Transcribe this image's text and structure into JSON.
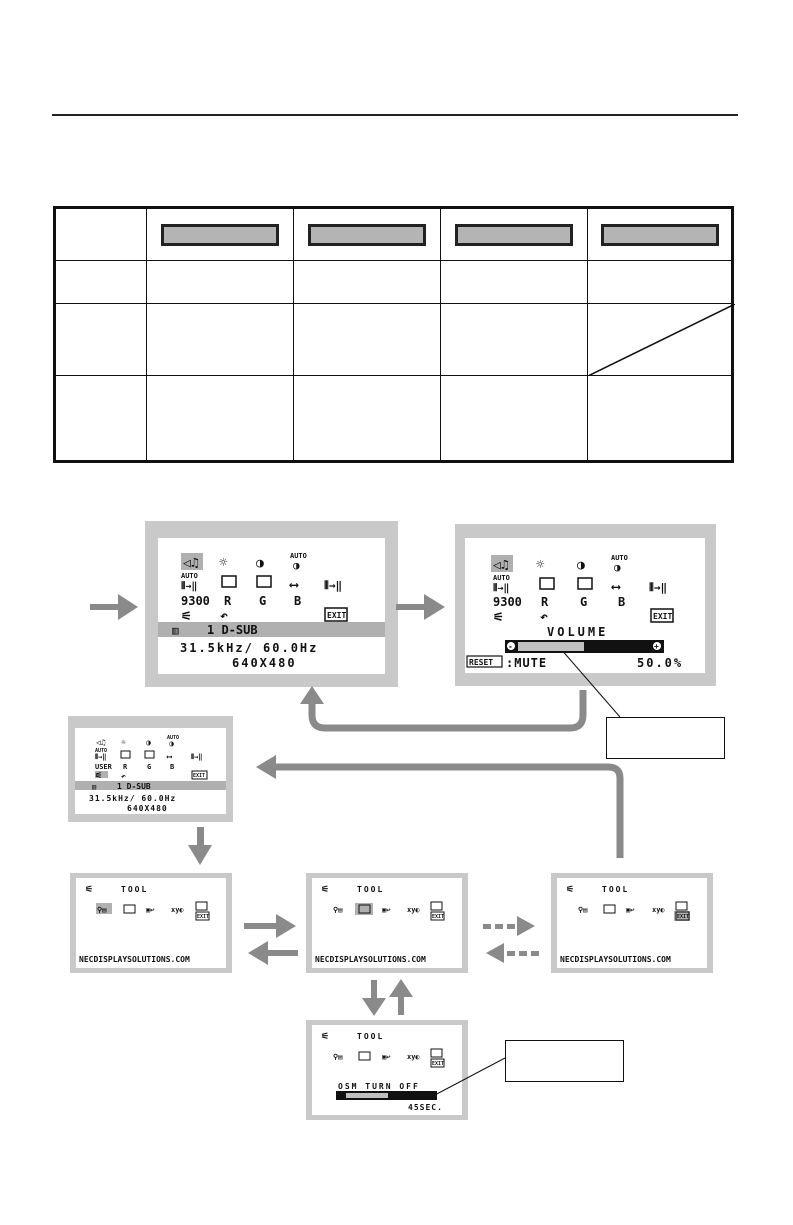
{
  "table": {
    "rows": 4,
    "cols": 5
  },
  "osd": {
    "menu_row4_labels": [
      "9300",
      "R",
      "G",
      "B"
    ],
    "menu_row4_labels_small": [
      "USER",
      "R",
      "G",
      "B"
    ],
    "auto": "AUTO",
    "input": "1  D-SUB",
    "input_small": "1  D-SUB",
    "freq": "31.5kHz/ 60.0Hz",
    "res": "640X480",
    "volume_title": "VOLUME",
    "reset": "RESET",
    "mute": ":MUTE",
    "volume_value": "50.0%",
    "tool": "TOOL",
    "website": "NECDISPLAYSOLUTIONS.COM",
    "osm_turn_off": "OSM TURN OFF",
    "osm_value": "45SEC.",
    "exit": "EXIT"
  },
  "colors": {
    "panel": "#c9c9c9",
    "arrow": "#8a8a8a",
    "highlight": "#b0b0b0"
  }
}
